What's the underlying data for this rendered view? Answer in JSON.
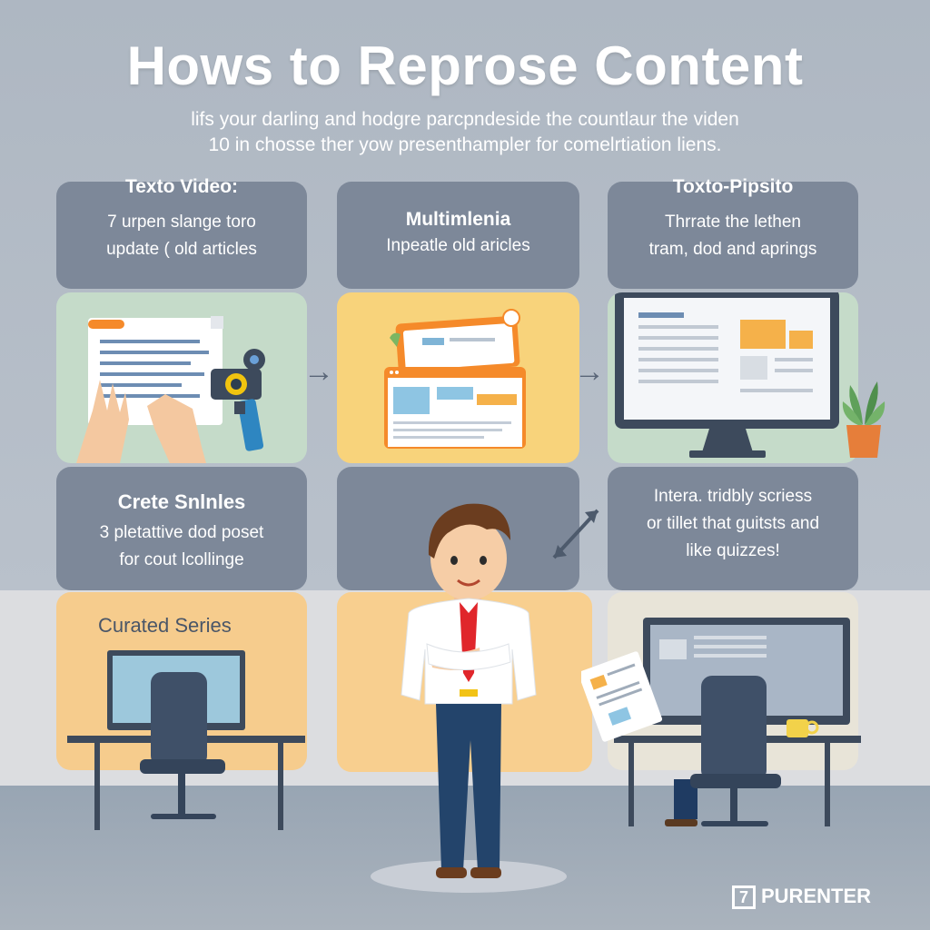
{
  "title": "Hows to Reprose Content",
  "subtitle": {
    "line1": "lifs your darling and hodgre parcpndeside the countlaur the viden",
    "line2": "10 in chosse ther yow presenthampler for comelrtiation liens."
  },
  "cards": {
    "text_video": {
      "heading": "Texto Video:",
      "line1": "7 urpen slange toro",
      "line2": "update ( old articles"
    },
    "multimedia": {
      "heading": "Multimlenia",
      "line1": "Inpeatle old aricles"
    },
    "toxto": {
      "heading": "Toxto-Pipsito",
      "line1": "Thrrate the lethen",
      "line2": "tram, dod and aprings"
    },
    "create_series": {
      "heading": "Crete Snlnles",
      "line1": "3 pletattive dod poset",
      "line2": "for cout lcollinge"
    },
    "interactive": {
      "line1": "Intera. tridbly scriess",
      "line2": "or tillet that guitsts and",
      "line3": "like quizzes!"
    }
  },
  "curated": {
    "label": "Curated Series"
  },
  "logo": {
    "mark": "7",
    "text": "PURENTER"
  },
  "colors": {
    "card": "#7d8899",
    "panel_green": "#c5dbc9",
    "panel_yellow": "#f8d37b",
    "panel_peach": "#f6cc8d",
    "accent_orange": "#f58a2a",
    "tie_red": "#e0262b"
  },
  "icons": [
    "document-icon",
    "camera-icon",
    "hands-icon",
    "browser-window-icon",
    "monitor-icon",
    "plant-icon",
    "arrow-right-icon",
    "double-arrow-icon",
    "desk-icon",
    "office-chair-icon",
    "mug-icon"
  ]
}
